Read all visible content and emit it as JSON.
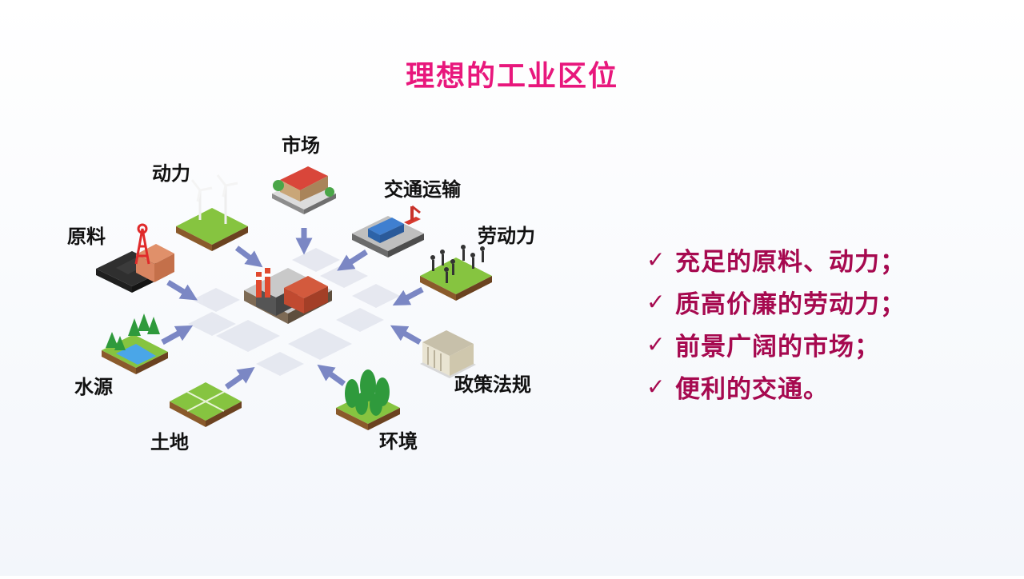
{
  "title": "理想的工业区位",
  "labels": {
    "power": "动力",
    "market": "市场",
    "transport": "交通运输",
    "raw": "原料",
    "labor": "劳动力",
    "water": "水源",
    "policy": "政策法规",
    "land": "土地",
    "environment": "环境"
  },
  "bullets": [
    {
      "check": "✓",
      "text": "充足的原料、动力；"
    },
    {
      "check": "✓",
      "text": "质高价廉的劳动力；"
    },
    {
      "check": "✓",
      "text": "前景广阔的市场；"
    },
    {
      "check": "✓",
      "text": "便利的交通。"
    }
  ],
  "colors": {
    "title": "#e8177c",
    "bullets": "#a6094f",
    "arrow": "#7b87c4",
    "grass": "#86c440",
    "soil": "#8a5a2b",
    "grid": "#e4e7ef"
  },
  "icons": [
    "factory-icon",
    "wind-turbine-icon",
    "store-icon",
    "cargo-truck-icon",
    "coal-mine-icon",
    "workers-icon",
    "lake-forest-icon",
    "government-building-icon",
    "land-plot-icon",
    "forest-icon"
  ]
}
